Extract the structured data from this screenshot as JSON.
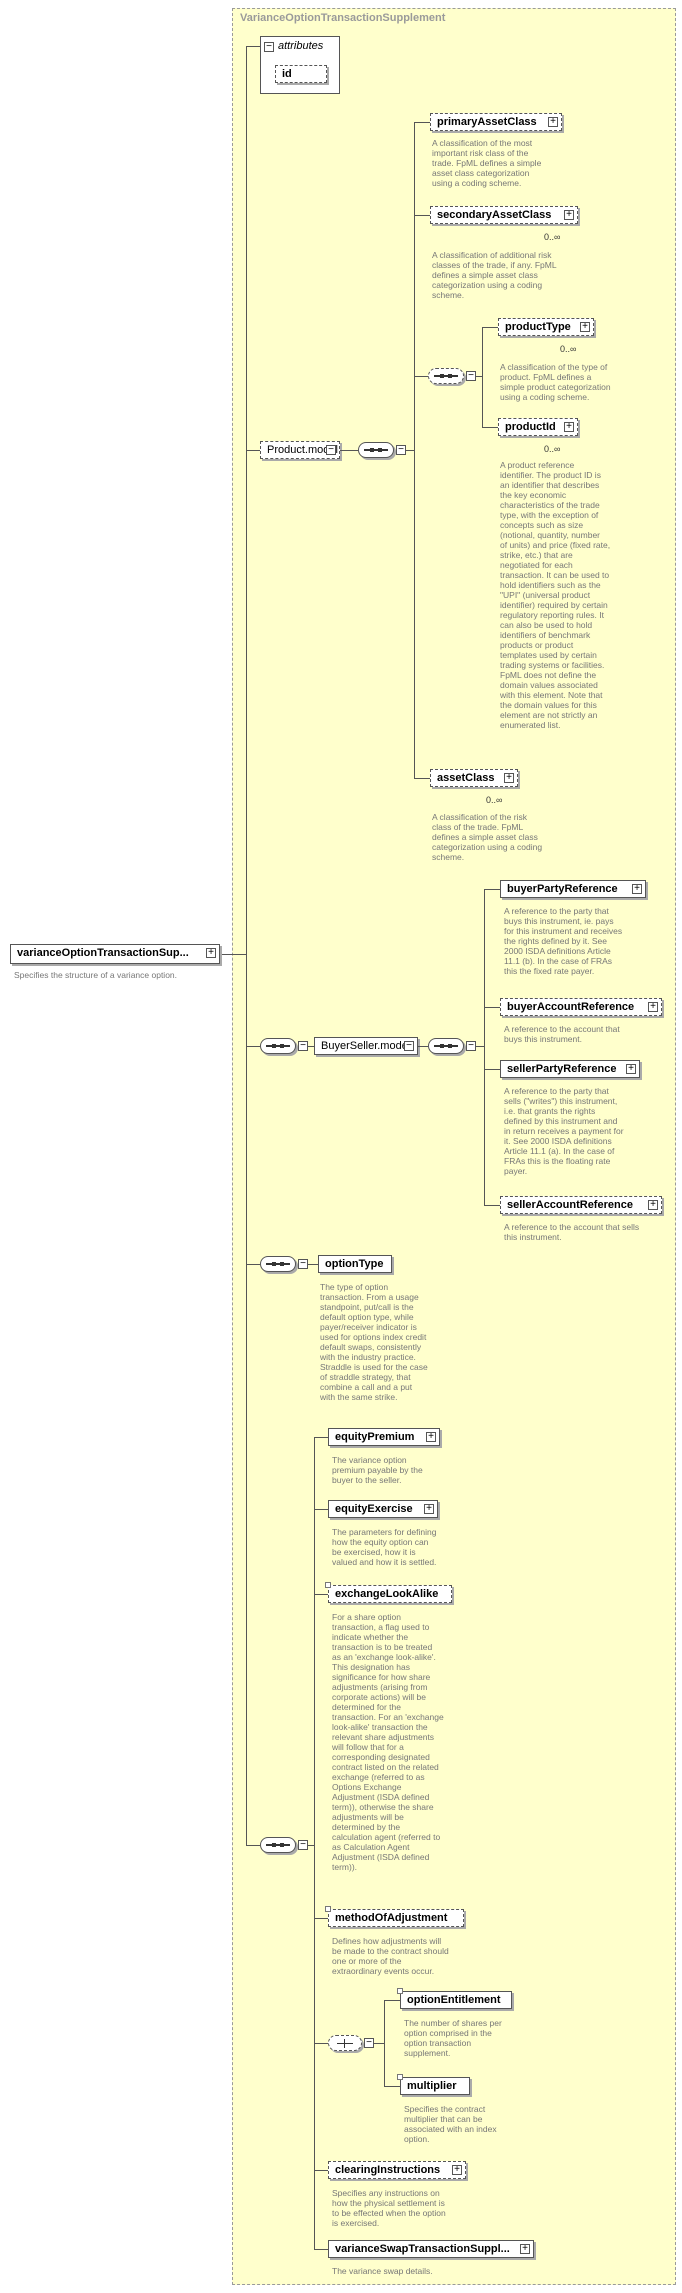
{
  "frame_title": "VarianceOptionTransactionSupplement",
  "root": {
    "label": "varianceOptionTransactionSup...",
    "desc": "Specifies the structure of a variance option."
  },
  "attributes": {
    "label": "attributes",
    "id": "id"
  },
  "product_model": {
    "label": "Product.model",
    "primaryAssetClass": {
      "label": "primaryAssetClass",
      "desc": [
        "A classification of the most",
        "important risk class of the",
        "trade. FpML defines a simple",
        "asset class categorization",
        "using a coding scheme."
      ]
    },
    "secondaryAssetClass": {
      "label": "secondaryAssetClass",
      "occ": "0..∞",
      "desc": [
        "A classification of additional risk",
        "classes of the trade, if any. FpML",
        "defines a simple asset class",
        "categorization using a coding",
        "scheme."
      ]
    },
    "productType": {
      "label": "productType",
      "occ": "0..∞",
      "desc": [
        "A classification of the type of",
        "product. FpML defines a",
        "simple product categorization",
        "using a coding scheme."
      ]
    },
    "productId": {
      "label": "productId",
      "occ": "0..∞",
      "desc": [
        "A product reference",
        "identifier. The product ID is",
        "an identifier that describes",
        "the key economic",
        "characteristics of the trade",
        "type, with the exception of",
        "concepts such as size",
        "(notional, quantity, number",
        "of units) and price (fixed rate,",
        "strike, etc.) that are",
        "negotiated for each",
        "transaction. It can be used to",
        "hold identifiers such as the",
        "\"UPI\" (universal product",
        "identifier) required by certain",
        "regulatory reporting rules. It",
        "can also be used to hold",
        "identifiers of benchmark",
        "products or product",
        "templates used by certain",
        "trading systems or facilities.",
        "FpML does not define the",
        "domain values associated",
        "with this element. Note that",
        "the domain values for this",
        "element are not strictly an",
        "enumerated list."
      ]
    },
    "assetClass": {
      "label": "assetClass",
      "occ": "0..∞",
      "desc": [
        "A classification of the risk",
        "class of the trade. FpML",
        "defines a simple asset class",
        "categorization using a coding",
        "scheme."
      ]
    }
  },
  "buyer_seller_model": {
    "label": "BuyerSeller.model",
    "buyerPartyReference": {
      "label": "buyerPartyReference",
      "desc": [
        "A reference to the party that",
        "buys this instrument, ie. pays",
        "for this instrument and receives",
        "the rights defined by it. See",
        "2000 ISDA definitions Article",
        "11.1 (b). In the case of FRAs",
        "this the fixed rate payer."
      ]
    },
    "buyerAccountReference": {
      "label": "buyerAccountReference",
      "desc": [
        "A reference to the account that",
        "buys this instrument."
      ]
    },
    "sellerPartyReference": {
      "label": "sellerPartyReference",
      "desc": [
        "A reference to the party that",
        "sells (\"writes\") this instrument,",
        "i.e. that grants the rights",
        "defined by this instrument and",
        "in return receives a payment for",
        "it. See 2000 ISDA definitions",
        "Article 11.1 (a). In the case of",
        "FRAs this is the floating rate",
        "payer."
      ]
    },
    "sellerAccountReference": {
      "label": "sellerAccountReference",
      "desc": [
        "A reference to the account that sells",
        "this instrument."
      ]
    }
  },
  "optionType": {
    "label": "optionType",
    "desc": [
      "The type of option",
      "transaction. From a usage",
      "standpoint, put/call is the",
      "default option type, while",
      "payer/receiver indicator is",
      "used for options index credit",
      "default swaps, consistently",
      "with the industry practice.",
      "Straddle is used for the case",
      "of straddle strategy, that",
      "combine a call and a put",
      "with the same strike."
    ]
  },
  "equityPremium": {
    "label": "equityPremium",
    "desc": [
      "The variance option",
      "premium payable by the",
      "buyer to the seller."
    ]
  },
  "equityExercise": {
    "label": "equityExercise",
    "desc": [
      "The parameters for defining",
      "how the equity option can",
      "be exercised, how it is",
      "valued and how it is settled."
    ]
  },
  "exchangeLookAlike": {
    "label": "exchangeLookAlike",
    "desc": [
      "For a share option",
      "transaction, a flag used to",
      "indicate whether the",
      "transaction is to be treated",
      "as an 'exchange look-alike'.",
      "This designation has",
      "significance for how share",
      "adjustments (arising from",
      "corporate actions) will be",
      "determined for the",
      "transaction. For an 'exchange",
      "look-alike' transaction the",
      "relevant share adjustments",
      "will follow that for a",
      "corresponding designated",
      "contract listed on the related",
      "exchange (referred to as",
      "Options Exchange",
      "Adjustment (ISDA defined",
      "term)), otherwise the share",
      "adjustments will be",
      "determined by the",
      "calculation agent (referred to",
      "as Calculation Agent",
      "Adjustment (ISDA defined",
      "term))."
    ]
  },
  "methodOfAdjustment": {
    "label": "methodOfAdjustment",
    "desc": [
      "Defines how adjustments will",
      "be made to the contract should",
      "one or more of the",
      "extraordinary events occur."
    ]
  },
  "optionEntitlement": {
    "label": "optionEntitlement",
    "desc": [
      "The number of shares per",
      "option comprised in the",
      "option transaction",
      "supplement."
    ]
  },
  "multiplier": {
    "label": "multiplier",
    "desc": [
      "Specifies the contract",
      "multiplier that can be",
      "associated with an index",
      "option."
    ]
  },
  "clearingInstructions": {
    "label": "clearingInstructions",
    "desc": [
      "Specifies any instructions on",
      "how the physical settlement is",
      "to be effected when the option",
      "is exercised."
    ]
  },
  "varianceSwapTransactionSupplement": {
    "label": "varianceSwapTransactionSuppl...",
    "desc": [
      "The variance swap details."
    ]
  }
}
